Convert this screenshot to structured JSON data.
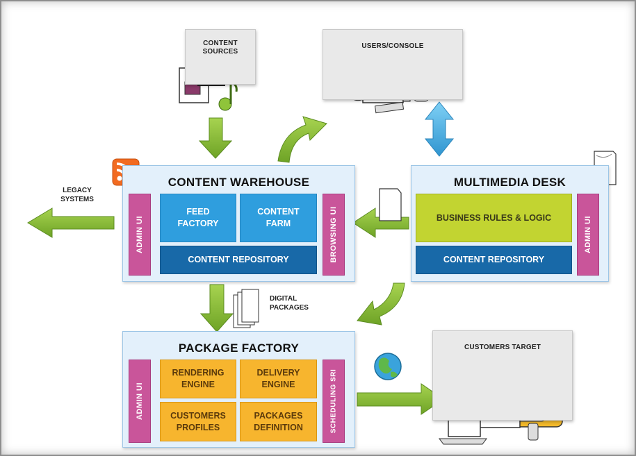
{
  "nodes": {
    "content_sources": "CONTENT\nSOURCES",
    "users_console": "USERS/CONSOLE",
    "customers_target": "CUSTOMERS TARGET",
    "legacy_systems": "LEGACY\nSYSTEMS",
    "digital_packages": "DIGITAL\nPACKAGES"
  },
  "content_warehouse": {
    "title": "CONTENT WAREHOUSE",
    "left_bar": "ADMIN UI",
    "right_bar": "BROWSING UI",
    "feed_factory": "FEED\nFACTORY",
    "content_farm": "CONTENT\nFARM",
    "repository": "CONTENT REPOSITORY"
  },
  "multimedia_desk": {
    "title": "MULTIMEDIA DESK",
    "right_bar": "ADMIN UI",
    "business_rules": "BUSINESS RULES & LOGIC",
    "repository": "CONTENT REPOSITORY"
  },
  "package_factory": {
    "title": "PACKAGE FACTORY",
    "left_bar": "ADMIN UI",
    "right_bar": "SCHEDULING SRI",
    "rendering": "RENDERING\nENGINE",
    "delivery": "DELIVERY\nENGINE",
    "customers_profiles": "CUSTOMERS\nPROFILES",
    "packages_definition": "PACKAGES\nDEFINITION"
  },
  "colors": {
    "arrow_green": "#7fb531",
    "arrow_blue": "#4fb1e2",
    "side_bar": "#c9559a",
    "cell_blue": "#2f9ede",
    "repository_navy": "#1869a8",
    "business_lime": "#c2d431",
    "package_gold": "#f7b52e",
    "panel_bg": "#e3f0fb",
    "rss_orange": "#f26b21"
  },
  "icons": [
    "rss-icon",
    "clapper-media-icon",
    "computer-console-icon",
    "document-icon",
    "globe-icon",
    "devices-icon"
  ]
}
